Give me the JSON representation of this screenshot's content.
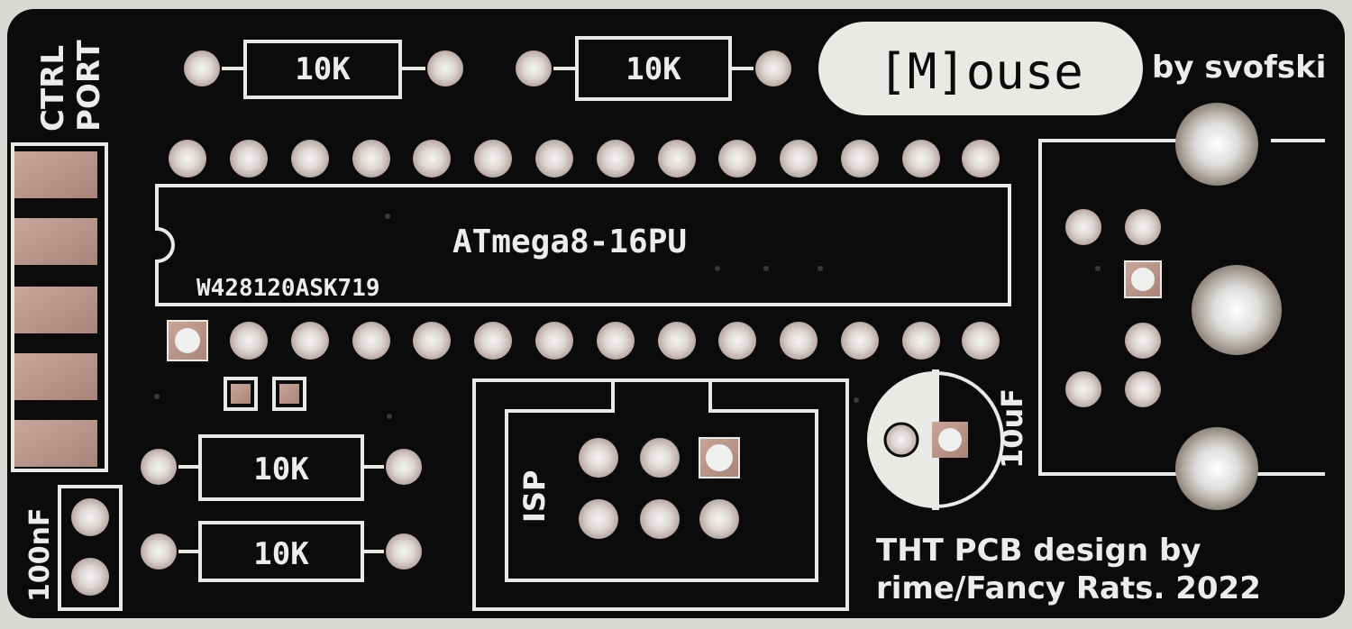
{
  "board": {
    "mcu_label": "ATmega8-16PU",
    "mcu_lot": "W428120ASK719",
    "logo_text": "[M]ouse",
    "author": "by svofski",
    "credit_line1": "THT PCB design by",
    "credit_line2": "rime/Fancy Rats. 2022",
    "ctrl_line1": "CTRL",
    "ctrl_line2": "PORT",
    "cap_small": "100nF",
    "cap_elec": "10uF",
    "isp_label": "ISP",
    "resistors": [
      "10K",
      "10K",
      "10K",
      "10K"
    ]
  },
  "colors": {
    "soldermask": "#0b0b0b",
    "silkscreen": "#e9e9e6",
    "pad": "#c9b9b4",
    "pad_center": "#efefee"
  }
}
